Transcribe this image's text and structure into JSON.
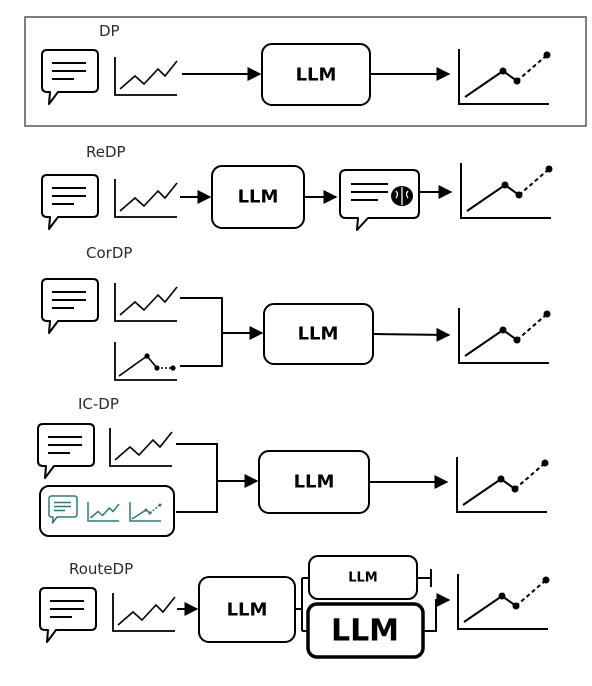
{
  "rows": {
    "dp": {
      "label": "DP",
      "model": "LLM"
    },
    "redp": {
      "label": "ReDP",
      "model": "LLM"
    },
    "cordp": {
      "label": "CorDP",
      "model": "LLM"
    },
    "icdp": {
      "label": "IC-DP",
      "model": "LLM"
    },
    "routedp": {
      "label": "RouteDP",
      "model": "LLM",
      "small_model": "LLM",
      "large_model": "LLM"
    }
  },
  "colors": {
    "stroke": "#000000",
    "example_tint": "#2f7a78"
  }
}
